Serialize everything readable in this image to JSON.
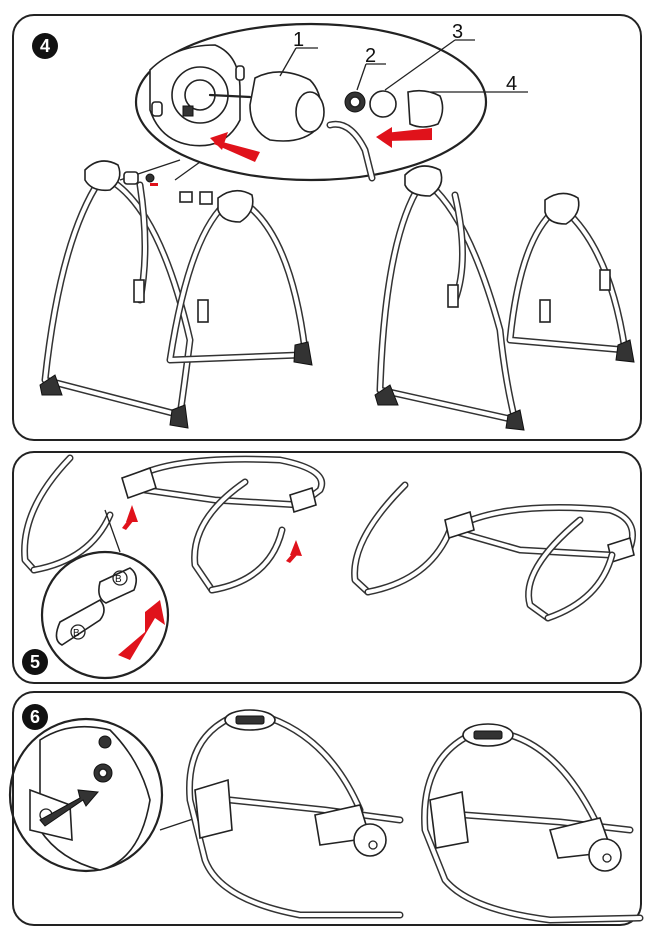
{
  "steps": [
    {
      "number": "4",
      "callouts": [
        "1",
        "2",
        "3",
        "4"
      ]
    },
    {
      "number": "5",
      "labels": [
        "B",
        "B"
      ]
    },
    {
      "number": "6"
    }
  ],
  "colors": {
    "arrow": "#e0121b",
    "line": "#222222",
    "badge": "#111111"
  }
}
